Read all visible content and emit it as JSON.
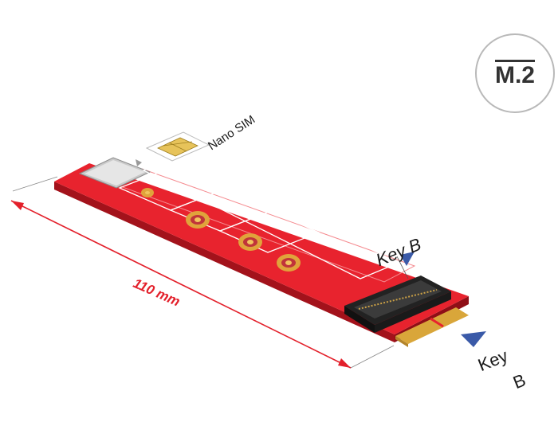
{
  "badge": {
    "text": "M.2"
  },
  "labels": {
    "sim": "Nano SIM",
    "key_top": "Key B",
    "key_side_line1": "Key",
    "key_side_line2": "B",
    "length": "110 mm"
  },
  "colors": {
    "pcb": "#e8232e",
    "pcb_dark": "#b0151e",
    "gold": "#d9a63a",
    "dimension": "#e3202b",
    "arrow": "#3a5aa8"
  }
}
